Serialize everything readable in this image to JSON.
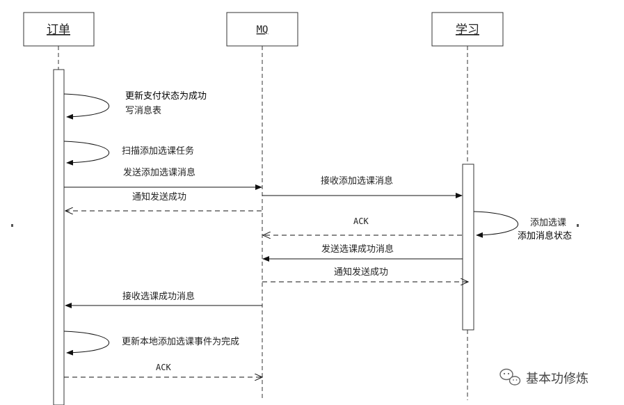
{
  "participants": {
    "order": "订单",
    "mq": "MQ",
    "learn": "学习"
  },
  "messages": {
    "self1_line1": "更新支付状态为成功",
    "self1_line2": "写消息表",
    "self2": "扫描添加选课任务",
    "send_add": "发送添加选课消息",
    "recv_add": "接收添加选课消息",
    "notify_send_ok_1": "通知发送成功",
    "ack_1": "ACK",
    "self3_line1": "添加选课",
    "self3_line2": "添加消息状态",
    "send_ok": "发送选课成功消息",
    "notify_send_ok_2": "通知发送成功",
    "recv_ok": "接收选课成功消息",
    "self4": "更新本地添加选课事件为完成",
    "ack_2": "ACK"
  },
  "watermark": {
    "icon": "wechat-icon",
    "text": "基本功修炼"
  }
}
